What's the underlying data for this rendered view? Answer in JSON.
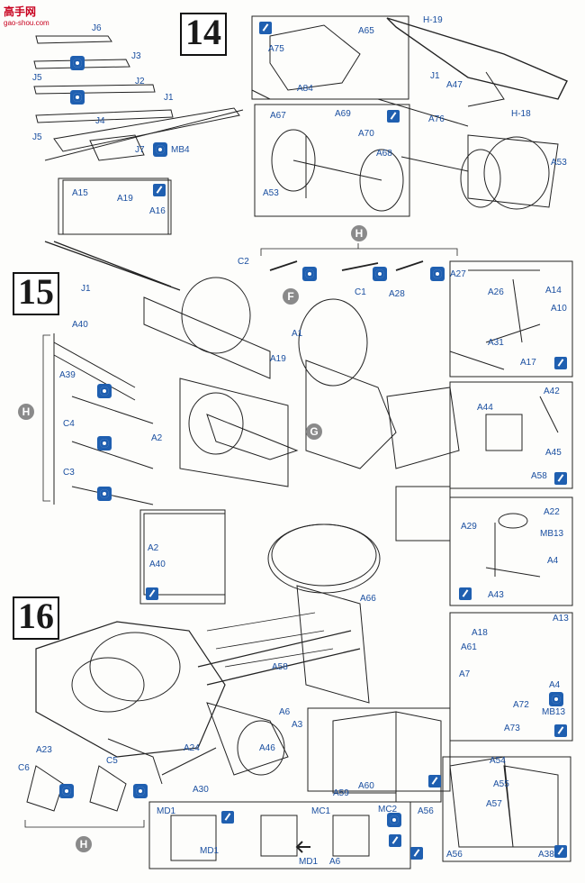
{
  "watermark": {
    "brand": "高手网",
    "url": "gao-shou.com"
  },
  "steps": {
    "s14": "14",
    "s15": "15",
    "s16": "16"
  },
  "group_markers": {
    "h_top": "H",
    "h_left": "H",
    "h_bottom": "H",
    "f": "F",
    "g": "G"
  },
  "labels": {
    "j6": "J6",
    "j3": "J3",
    "j5a": "J5",
    "j2": "J2",
    "j4": "J4",
    "j5b": "J5",
    "j1a": "J1",
    "j7": "J7",
    "mb4": "MB4",
    "a75a": "A75",
    "a65": "A65",
    "a84": "A84",
    "h19a": "H-19",
    "j1b": "J1",
    "a47": "A47",
    "a76": "A76",
    "h18": "H-18",
    "a67": "A67",
    "a69": "A69",
    "a70": "A70",
    "a68": "A68",
    "a53a": "A53",
    "a53b": "A53",
    "a15": "A15",
    "a19a": "A19",
    "a16": "A16",
    "c2": "C2",
    "c1": "C1",
    "a28": "A28",
    "a27": "A27",
    "j1c": "J1",
    "a1": "A1",
    "a19b": "A19",
    "a40a": "A40",
    "a39": "A39",
    "c4": "C4",
    "c3": "C3",
    "a2a": "A2",
    "a2b": "A2",
    "a40b": "A40",
    "a26": "A26",
    "a14": "A14",
    "a10": "A10",
    "a31": "A31",
    "a17": "A17",
    "a44": "A44",
    "a42": "A42",
    "a45": "A45",
    "a58a": "A58",
    "a22": "A22",
    "a29": "A29",
    "mb13a": "MB13",
    "a4a": "A4",
    "a43": "A43",
    "a66": "A66",
    "a18": "A18",
    "a13": "A13",
    "a61": "A61",
    "a7": "A7",
    "a4b": "A4",
    "mb13b": "MB13",
    "a72": "A72",
    "a73": "A73",
    "a58b": "A58",
    "a6a": "A6",
    "a3": "A3",
    "a46": "A46",
    "a23": "A23",
    "a24": "A24",
    "c6": "C6",
    "c5": "C5",
    "a30": "A30",
    "a59": "A59",
    "a60": "A60",
    "a56a": "A56",
    "a54": "A54",
    "a55": "A55",
    "a57": "A57",
    "a56b": "A56",
    "a38": "A38",
    "md1a": "MD1",
    "md1b": "MD1",
    "mc1": "MC1",
    "mc2": "MC2",
    "md1c": "MD1",
    "a6b": "A6"
  }
}
